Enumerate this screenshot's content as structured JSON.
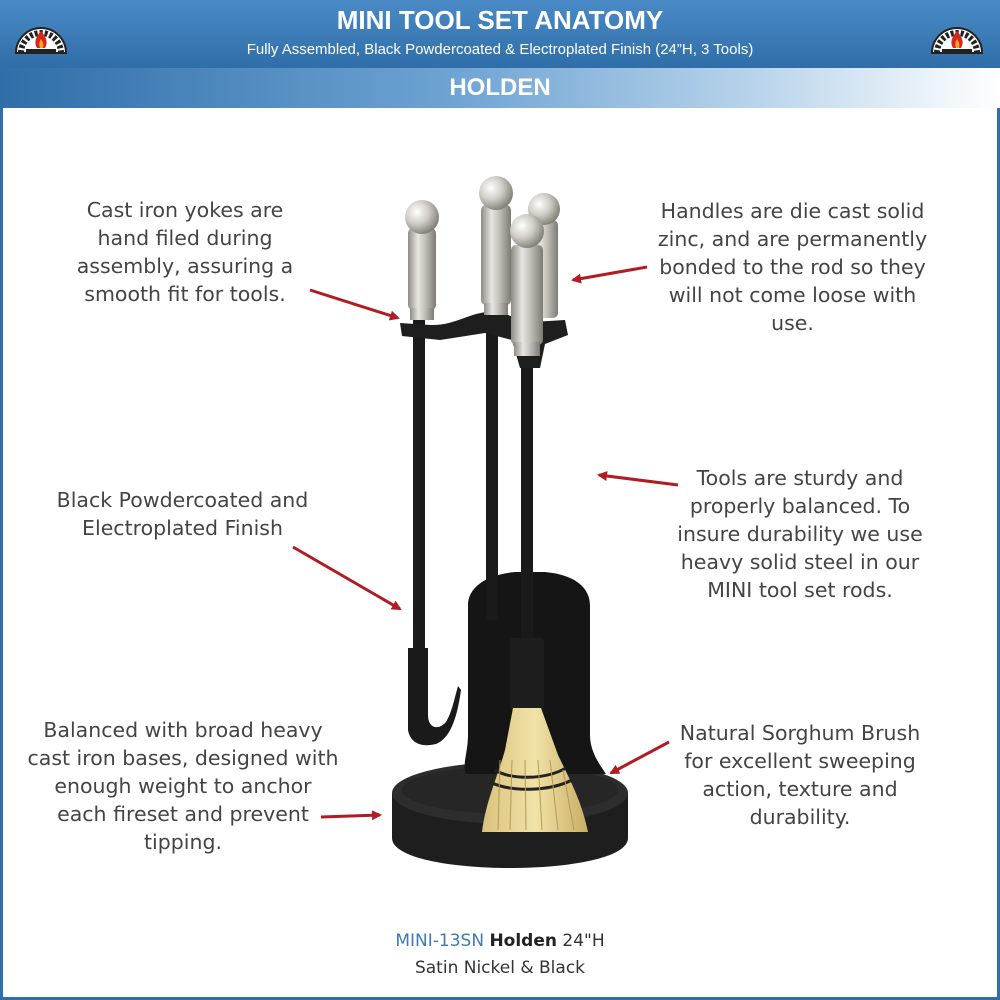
{
  "header": {
    "title": "MINI TOOL SET ANATOMY",
    "subtitle": "Fully Assembled, Black Powdercoated & Electroplated Finish (24”H, 3 Tools)",
    "band_label": "HOLDEN"
  },
  "colors": {
    "header_blue": "#2f6ea8",
    "arrow_red": "#b01c22",
    "model_blue": "#3f78b8",
    "text_gray": "#444444"
  },
  "logo": {
    "icon": "flame-badge-icon"
  },
  "callouts": {
    "yokes": "Cast iron yokes are\nhand filed during\nassembly, assuring a\nsmooth fit for tools.",
    "handles": "Handles are die cast solid\nzinc, and are permanently\nbonded to the rod so they\nwill not come loose with\nuse.",
    "finish": "Black Powdercoated and\nElectroplated  Finish",
    "tools": "Tools are sturdy and\nproperly balanced. To\ninsure durability we use\nheavy solid steel in our\nMINI tool set rods.",
    "base": "Balanced with broad heavy\ncast iron bases, designed with\nenough weight to anchor\neach fireset and prevent\ntipping.",
    "brush": "Natural Sorghum Brush\nfor excellent sweeping\naction, texture and\ndurability."
  },
  "caption": {
    "model": "MINI-13SN",
    "name": "Holden",
    "height": "24\"H",
    "finish": "Satin Nickel & Black"
  }
}
